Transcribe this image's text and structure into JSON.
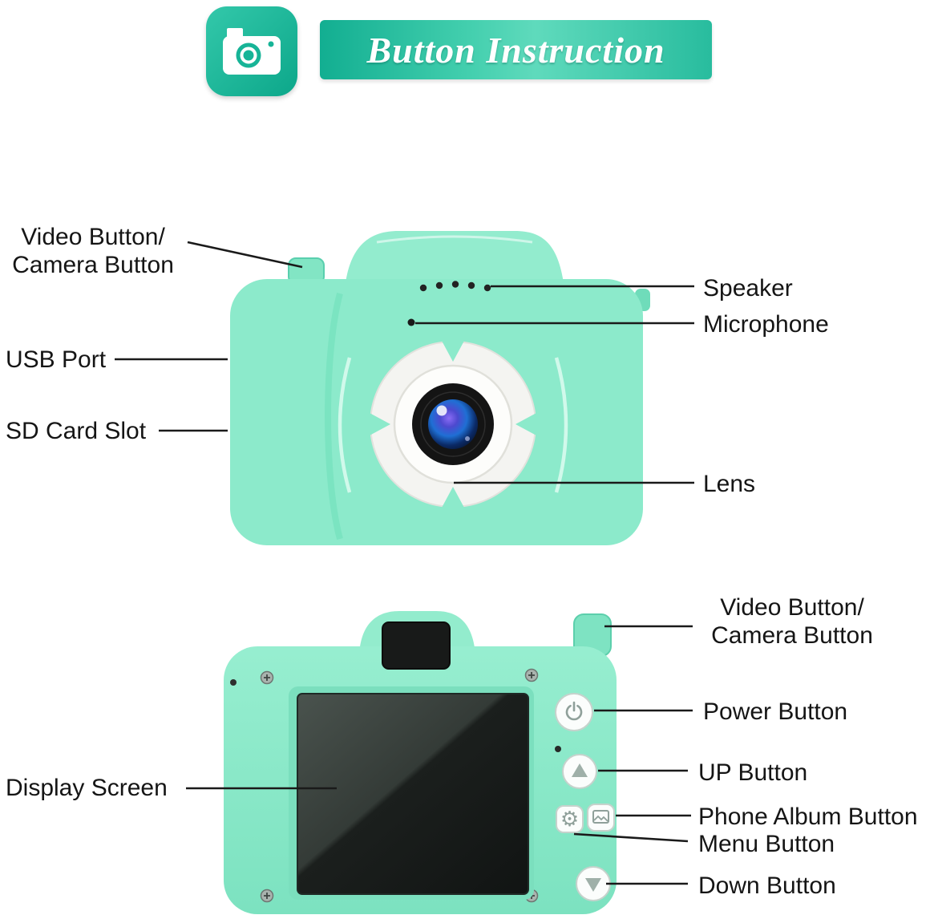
{
  "header": {
    "title": "Button Instruction"
  },
  "front_view": {
    "labels": {
      "video_camera_line1": "Video Button/",
      "video_camera_line2": "Camera Button",
      "usb_port": "USB Port",
      "sd_card_slot": "SD Card Slot",
      "speaker": "Speaker",
      "microphone": "Microphone",
      "lens": "Lens"
    }
  },
  "back_view": {
    "labels": {
      "display_screen": "Display Screen",
      "video_camera_line1": "Video Button/",
      "video_camera_line2": "Camera Button",
      "power_button": "Power Button",
      "up_button": "UP Button",
      "phone_album_button": "Phone Album Button",
      "menu_button": "Menu Button",
      "down_button": "Down Button"
    }
  },
  "icons": {
    "gear": "⚙"
  },
  "colors": {
    "ribbon_teal_dark": "#12ae91",
    "ribbon_teal_light": "#5fdabc",
    "badge_teal": "#17b497",
    "camera_mint": "#8ceacb",
    "camera_mint_light": "#9df0d6",
    "camera_mint_dark": "#67dcb8",
    "label_text": "#151515",
    "leader_line": "#1a1a1a",
    "screen_dark": "#1b1f1d"
  }
}
